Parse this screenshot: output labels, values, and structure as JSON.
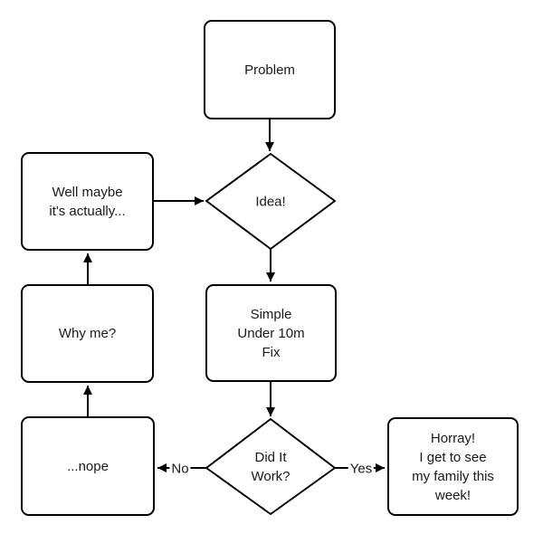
{
  "diagram": {
    "title": "problem-solving flowchart",
    "background_color": "#ffffff",
    "stroke_color": "#000000",
    "text_color": "#1a1a1a",
    "nodes": {
      "problem": {
        "shape": "rectangle",
        "label": "Problem"
      },
      "idea": {
        "shape": "diamond",
        "label": "Idea!"
      },
      "well_maybe": {
        "shape": "rectangle",
        "label": "Well maybe\nit's actually..."
      },
      "simple_fix": {
        "shape": "rectangle",
        "label": "Simple\nUnder 10m\nFix"
      },
      "why_me": {
        "shape": "rectangle",
        "label": "Why me?"
      },
      "did_it_work": {
        "shape": "diamond",
        "label": "Did It\nWork?"
      },
      "nope": {
        "shape": "rectangle",
        "label": "...nope"
      },
      "horray": {
        "shape": "rectangle",
        "label": "Horray!\nI get to see\nmy family this\nweek!"
      }
    },
    "edges": [
      {
        "from": "problem",
        "to": "idea",
        "label": ""
      },
      {
        "from": "well_maybe",
        "to": "idea",
        "label": ""
      },
      {
        "from": "idea",
        "to": "simple_fix",
        "label": ""
      },
      {
        "from": "simple_fix",
        "to": "did_it_work",
        "label": ""
      },
      {
        "from": "did_it_work",
        "to": "nope",
        "label": "No"
      },
      {
        "from": "did_it_work",
        "to": "horray",
        "label": "Yes"
      },
      {
        "from": "nope",
        "to": "why_me",
        "label": ""
      },
      {
        "from": "why_me",
        "to": "well_maybe",
        "label": ""
      }
    ]
  }
}
